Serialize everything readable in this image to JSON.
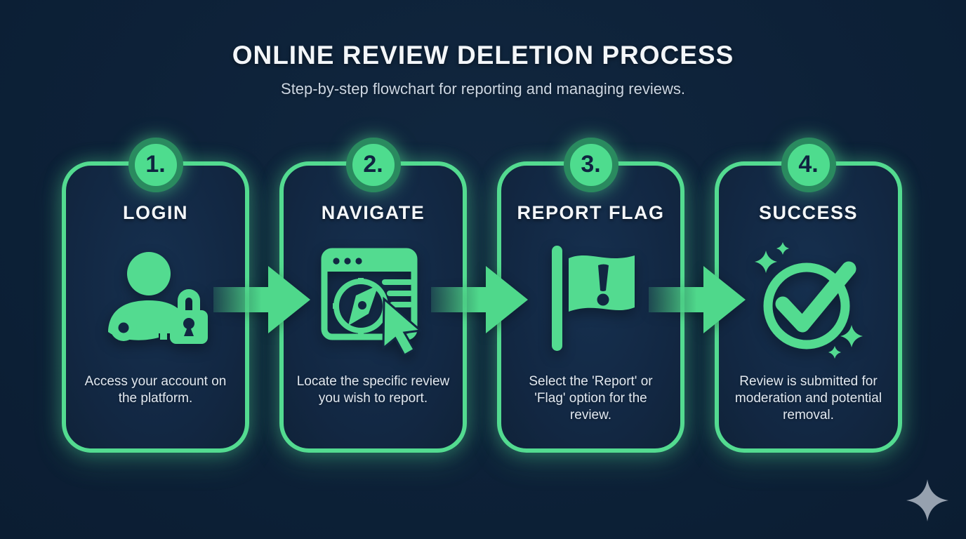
{
  "header": {
    "title": "ONLINE REVIEW DELETION PROCESS",
    "subtitle": "Step-by-step flowchart for reporting and managing reviews."
  },
  "steps": [
    {
      "number": "1.",
      "title": "LOGIN",
      "description": "Access your account on the platform.",
      "icon": "user-key-lock-icon"
    },
    {
      "number": "2.",
      "title": "NAVIGATE",
      "description": "Locate the specific review you wish to report.",
      "icon": "browser-compass-cursor-icon"
    },
    {
      "number": "3.",
      "title": "REPORT FLAG",
      "description": "Select the 'Report' or 'Flag' option for the review.",
      "icon": "report-flag-icon"
    },
    {
      "number": "4.",
      "title": "SUCCESS",
      "description": "Review is submitted for moderation and potential removal.",
      "icon": "success-check-sparkles-icon"
    }
  ],
  "connectors": {
    "count": 3,
    "icon": "arrow-right-icon"
  },
  "footer": {
    "logo": "sparkle-logo"
  },
  "colors": {
    "background": "#0D2138",
    "card_fill": "#142C49",
    "accent_green": "#53DB90",
    "badge_ring_green": "#2A8A5F",
    "badge_number_navy": "#0F2440",
    "title_white": "#F3F6F9",
    "subtitle_gray": "#CCD6E2",
    "description_gray": "#E1E8F0",
    "logo_gray": "#96A1AF"
  }
}
